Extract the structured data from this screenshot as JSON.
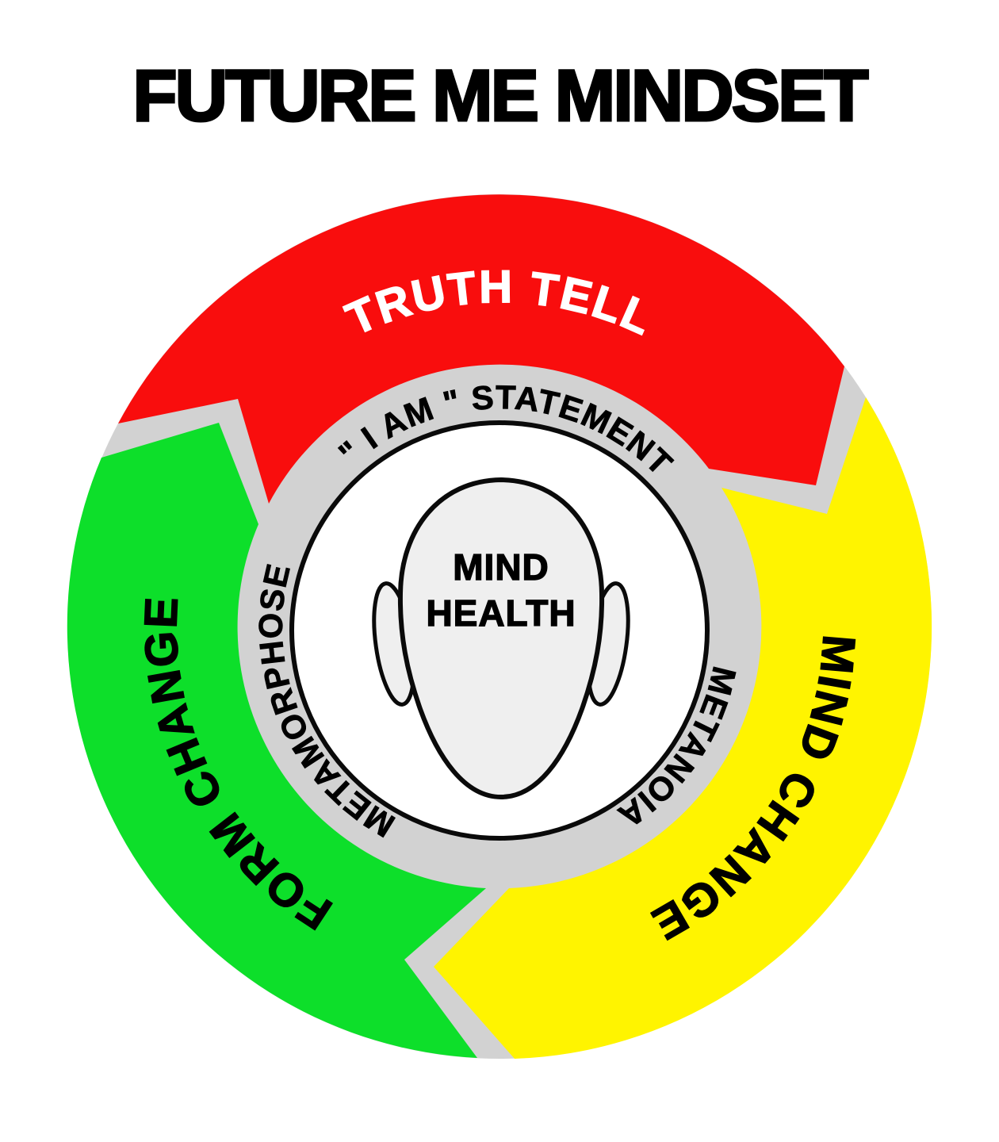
{
  "title": "FUTURE ME MINDSET",
  "wheel": {
    "ring_color": "#d2d2d2",
    "outline_color": "#0a0a0a",
    "segments": [
      {
        "label": "TRUTH TELL",
        "color": "#f90d0d",
        "label_color": "#ffffff",
        "ring_label": "\" I AM \" STATEMENT"
      },
      {
        "label": "MIND CHANGE",
        "color": "#fff400",
        "label_color": "#000000",
        "ring_label": "METANOIA"
      },
      {
        "label": "FORM CHANGE",
        "color": "#0ddf2a",
        "label_color": "#000000",
        "ring_label": "METAMORPHOSE"
      }
    ],
    "center": {
      "circle_fill": "#ffffff",
      "face_fill": "#efefef",
      "label_line1": "MIND",
      "label_line2": "HEALTH"
    }
  }
}
